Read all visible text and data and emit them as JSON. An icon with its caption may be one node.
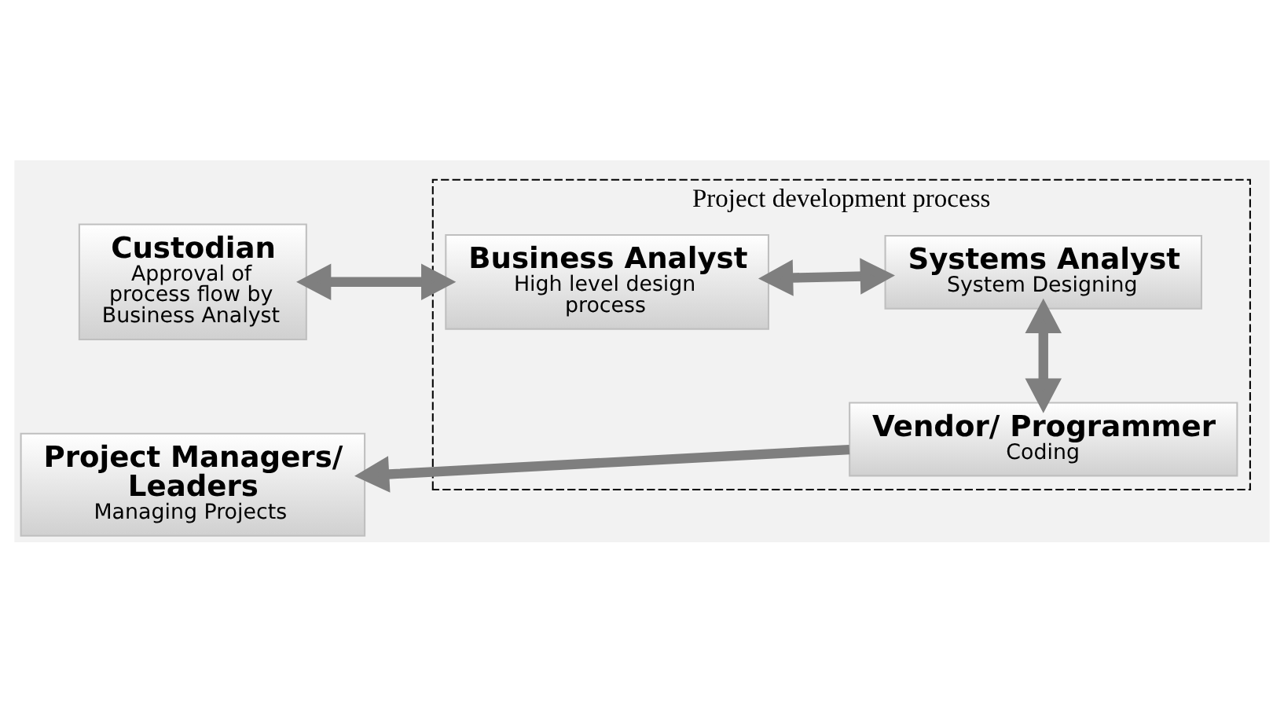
{
  "diagram": {
    "nodes": [
      {
        "text": [
          "Custodian",
          "Approval of process flow by Business Analyst"
        ]
      },
      {
        "text": [
          "Project development process"
        ]
      },
      {
        "text": [
          "Business Analyst",
          "High level design process"
        ],
        "in": 1
      },
      {
        "text": [
          "Systems Analyst",
          "System Designing"
        ],
        "in": 1
      },
      {
        "text": [
          "Vendor/ Programmer",
          "Coding"
        ],
        "in": 1
      },
      {
        "text": [
          "Project Managers/ Leaders",
          "Managing Projects"
        ]
      }
    ],
    "edges": [
      {
        "from": 0,
        "to": 2,
        "arrow": "both"
      },
      {
        "from": 2,
        "to": 3,
        "arrow": "both"
      },
      {
        "from": 3,
        "to": 4,
        "arrow": "both"
      },
      {
        "from": 4,
        "to": 5,
        "arrow": "to"
      }
    ]
  }
}
